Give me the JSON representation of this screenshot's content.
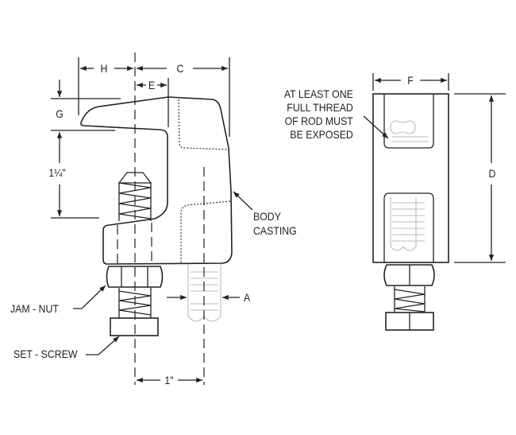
{
  "title": "Beam clamp dimensional drawing",
  "dimensions": {
    "H": "H",
    "C": "C",
    "E": "E",
    "G": "G",
    "one_quarter": "1¼\"",
    "one_inch": "1\"",
    "A": "A",
    "F": "F",
    "D": "D"
  },
  "callouts": {
    "body_casting": [
      "BODY",
      "CASTING"
    ],
    "jam_nut": "JAM - NUT",
    "set_screw": "SET - SCREW",
    "thread_note": [
      "AT LEAST ONE",
      "FULL THREAD",
      "OF ROD MUST",
      "BE EXPOSED"
    ]
  },
  "colors": {
    "line": "#222222",
    "hidden_rod": "#bbbbbb"
  }
}
